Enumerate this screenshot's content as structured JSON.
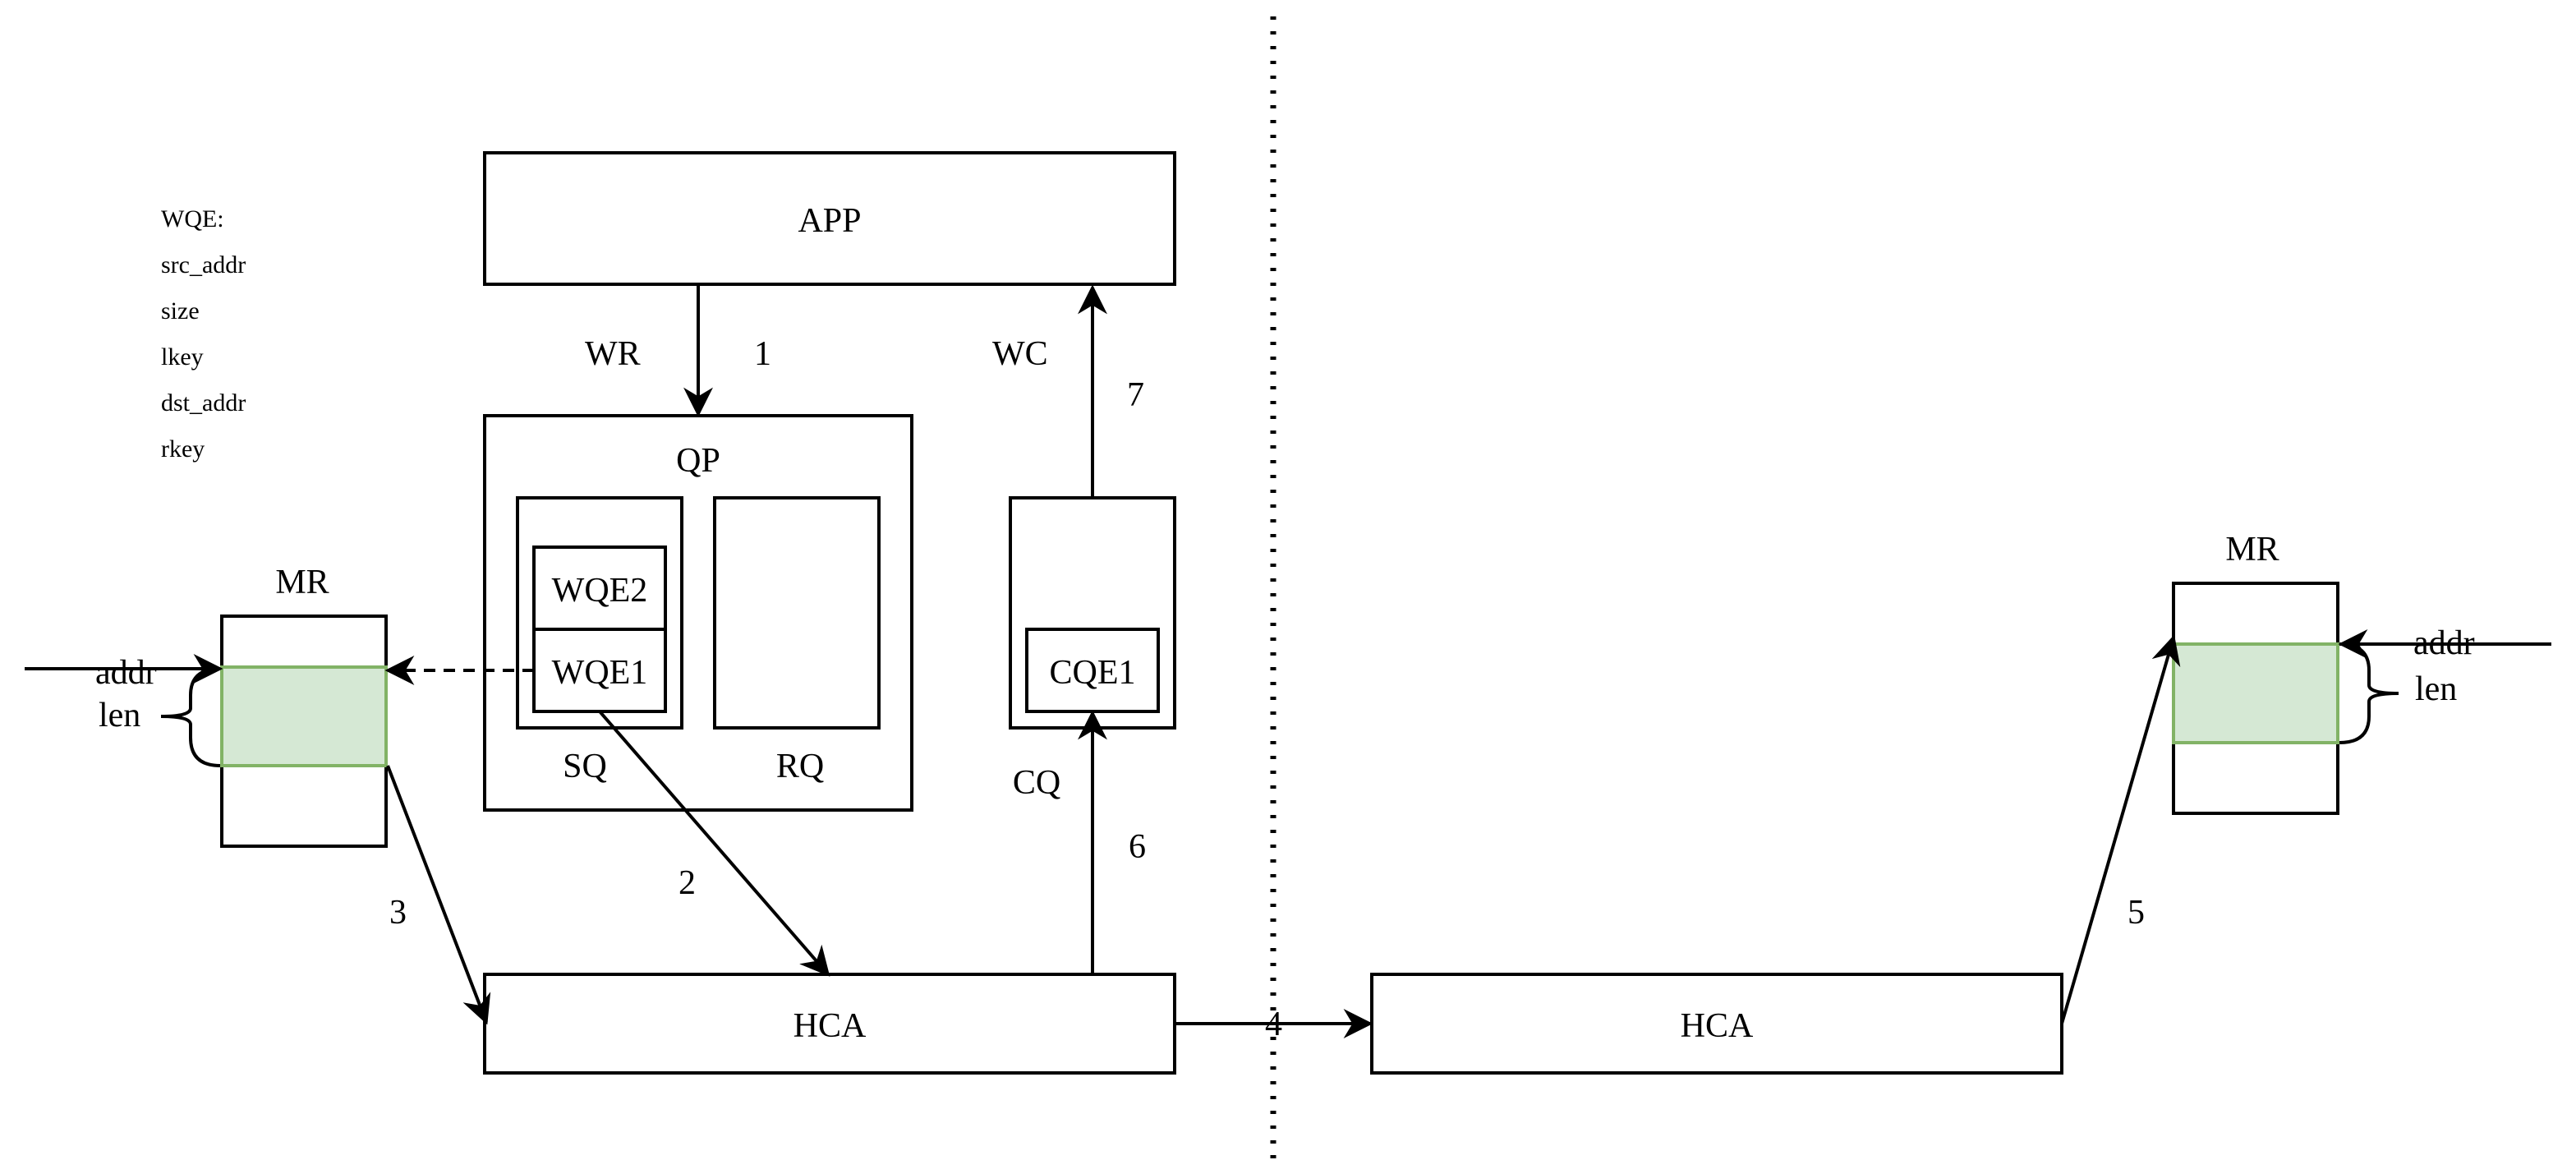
{
  "legend": {
    "title": "WQE:",
    "fields": [
      "src_addr",
      "size",
      "lkey",
      "dst_addr",
      "rkey"
    ]
  },
  "nodes": {
    "app": "APP",
    "qp": "QP",
    "sq": "SQ",
    "rq": "RQ",
    "wqe2": "WQE2",
    "wqe1": "WQE1",
    "cq": "CQ",
    "cqe1": "CQE1",
    "hca_local": "HCA",
    "hca_remote": "HCA",
    "mr_local": "MR",
    "mr_remote": "MR"
  },
  "edges": {
    "wr": "WR",
    "wc": "WC",
    "step1": "1",
    "step2": "2",
    "step3": "3",
    "step4": "4",
    "step5": "5",
    "step6": "6",
    "step7": "7"
  },
  "mr_labels": {
    "local_addr": "addr",
    "local_len": "len",
    "remote_addr": "addr",
    "remote_len": "len"
  }
}
